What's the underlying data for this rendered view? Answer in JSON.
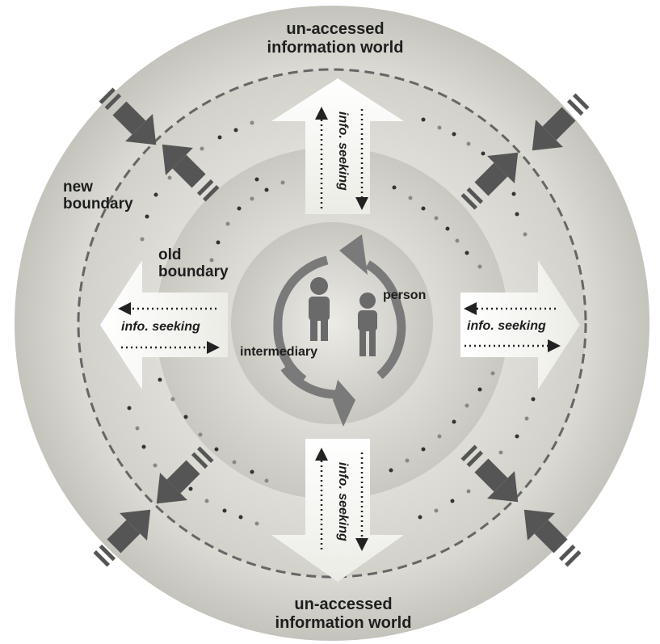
{
  "labels": {
    "top_world_line1": "un-accessed",
    "top_world_line2": "information world",
    "bottom_world_line1": "un-accessed",
    "bottom_world_line2": "information world",
    "new_boundary_line1": "new",
    "new_boundary_line2": "boundary",
    "old_boundary_line1": "old",
    "old_boundary_line2": "boundary",
    "person": "person",
    "intermediary": "intermediary",
    "seeking_left": "info. seeking",
    "seeking_right": "info. seeking",
    "seeking_top": "info. seeking",
    "seeking_bottom": "info. seeking"
  },
  "colors": {
    "outer_disc": "#c9c8c1",
    "outer_disc_light": "#e6e5e0",
    "middle_ring": "#d7d6cf",
    "inner_disc": "#cfcec7",
    "center_disc": "#c2c1ba",
    "arrow_fill": "#f6f6f1",
    "figure": "#666666",
    "cycle_arrow": "#7a7a7a",
    "dark_arrow": "#555555",
    "dashed_boundary": "#666666",
    "dot_dark": "#333333",
    "dot_light": "#8a8a8a"
  }
}
